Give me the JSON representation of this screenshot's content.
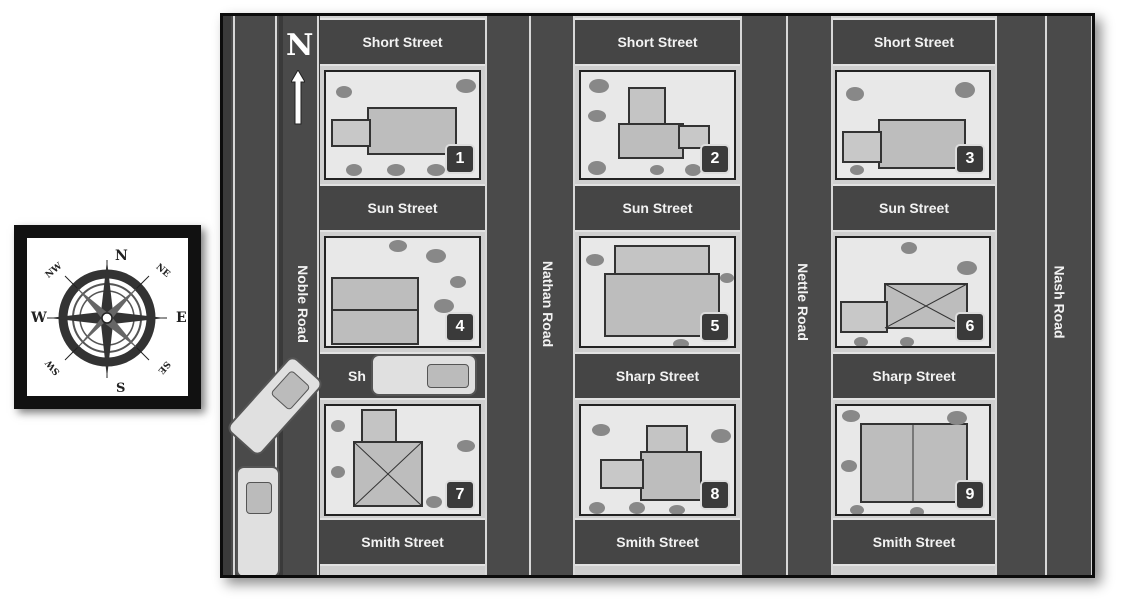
{
  "compass": {
    "n": "N",
    "s": "S",
    "e": "E",
    "w": "W",
    "ne": "NE",
    "nw": "NW",
    "se": "SE",
    "sw": "SW"
  },
  "map": {
    "north_letter": "N",
    "horizontal_streets": {
      "short": "Short Street",
      "sun": "Sun Street",
      "sharp": "Sharp Street",
      "sharp_partial": "Sh",
      "smith": "Smith Street"
    },
    "roads": {
      "noble": "Noble Road",
      "nathan": "Nathan Road",
      "nettle": "Nettle Road",
      "nash": "Nash Road"
    },
    "lots": [
      "1",
      "2",
      "3",
      "4",
      "5",
      "6",
      "7",
      "8",
      "9"
    ]
  }
}
